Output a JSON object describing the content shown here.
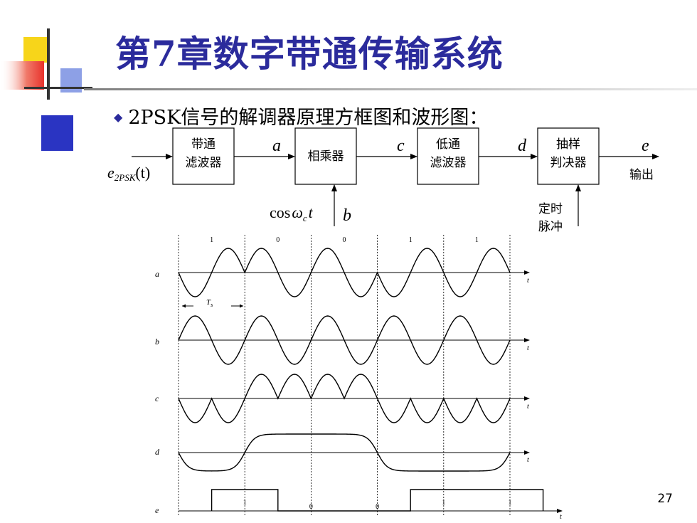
{
  "title": "第7章数字带通传输系统",
  "bullet": {
    "latin": "2PSK",
    "rest": "信号的解调器原理方框图和波形图："
  },
  "page_number": "27",
  "block_diagram": {
    "input_label": "e",
    "input_sub": "2PSK",
    "input_arg": "(t)",
    "blocks": [
      {
        "line1": "带通",
        "line2": "滤波器"
      },
      {
        "line1": "相乘器",
        "line2": ""
      },
      {
        "line1": "低通",
        "line2": "滤波器"
      },
      {
        "line1": "抽样",
        "line2": "判决器"
      }
    ],
    "signal_labels": [
      "a",
      "c",
      "d",
      "e"
    ],
    "output_label": "输出",
    "carrier": {
      "cos": "cos",
      "omega": "ω",
      "sub": "c",
      "t": "t"
    },
    "carrier_label": "b",
    "timing": {
      "line1": "定时",
      "line2": "脉冲"
    }
  },
  "waveforms": {
    "bits": [
      "1",
      "0",
      "0",
      "1",
      "1"
    ],
    "phases": [
      1,
      -1,
      -1,
      1,
      1
    ],
    "row_labels": [
      "a",
      "b",
      "c",
      "d",
      "e"
    ],
    "axis_label": "t",
    "period_label": "T",
    "period_sub": "s",
    "e_output": [
      1,
      0,
      0,
      1,
      1
    ]
  },
  "colors": {
    "title": "#2b2b9c",
    "bullet": "#2b2b9c",
    "square_yellow": "#f7d51a",
    "square_blue": "#2a34c2",
    "bar_red": "#e8322c"
  }
}
